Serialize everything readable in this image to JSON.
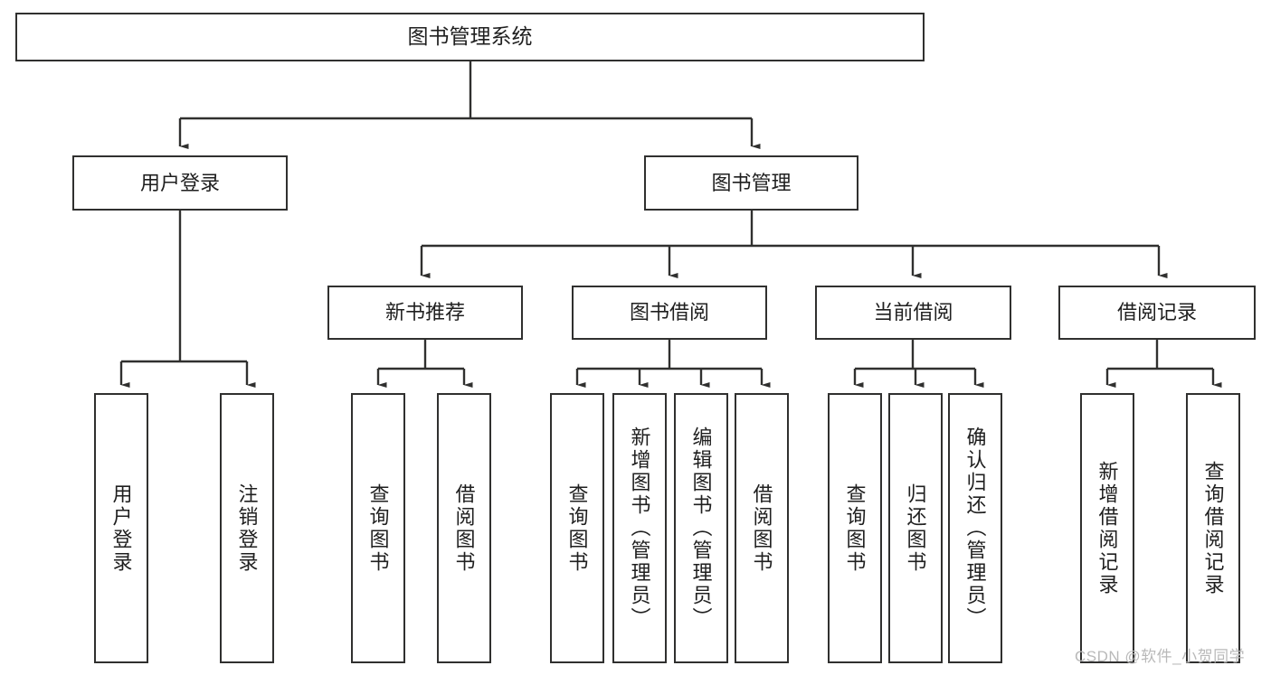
{
  "diagram": {
    "title": "图书管理系统",
    "type": "tree-hierarchy-chart",
    "root": {
      "id": "root",
      "label": "图书管理系统"
    },
    "level2": [
      {
        "id": "user-login",
        "label": "用户登录"
      },
      {
        "id": "book-management",
        "label": "图书管理"
      }
    ],
    "level3": [
      {
        "id": "new-book-recommend",
        "label": "新书推荐"
      },
      {
        "id": "book-borrow",
        "label": "图书借阅"
      },
      {
        "id": "current-borrow",
        "label": "当前借阅"
      },
      {
        "id": "borrow-record",
        "label": "借阅记录"
      }
    ],
    "leaves": {
      "user_login": [
        {
          "id": "leaf-user-login",
          "label": "用户登录"
        },
        {
          "id": "leaf-logout-login",
          "label": "注销登录"
        }
      ],
      "new_book_recommend": [
        {
          "id": "leaf-query-book-1",
          "label": "查询图书"
        },
        {
          "id": "leaf-borrow-book-1",
          "label": "借阅图书"
        }
      ],
      "book_borrow": [
        {
          "id": "leaf-query-book-2",
          "label": "查询图书"
        },
        {
          "id": "leaf-add-book",
          "label": "新增图书（管理员）"
        },
        {
          "id": "leaf-edit-book",
          "label": "编辑图书（管理员）"
        },
        {
          "id": "leaf-borrow-book-2",
          "label": "借阅图书"
        }
      ],
      "current_borrow": [
        {
          "id": "leaf-query-book-3",
          "label": "查询图书"
        },
        {
          "id": "leaf-return-book",
          "label": "归还图书"
        },
        {
          "id": "leaf-confirm-return",
          "label": "确认归还（管理员）"
        }
      ],
      "borrow_record": [
        {
          "id": "leaf-add-record",
          "label": "新增借阅记录"
        },
        {
          "id": "leaf-query-record",
          "label": "查询借阅记录"
        }
      ]
    }
  },
  "watermark": {
    "text": "CSDN @软件_小贺同学"
  },
  "colors": {
    "border": "#30302f",
    "text": "#1f1f1f",
    "background": "#ffffff",
    "watermark": "#b9b9b9"
  }
}
